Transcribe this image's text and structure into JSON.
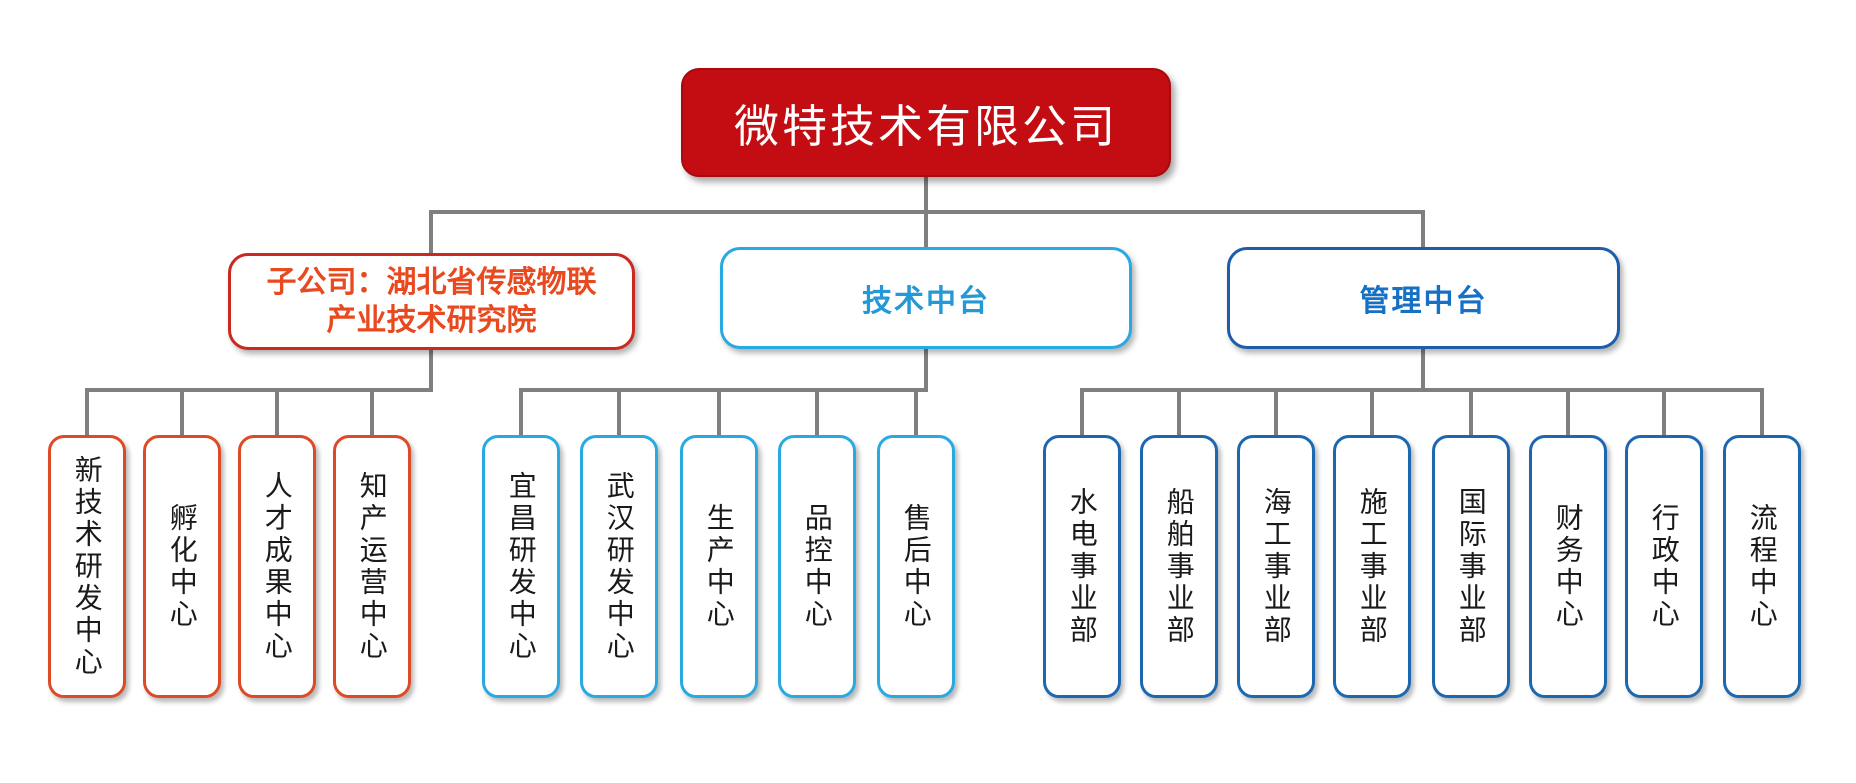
{
  "colors": {
    "root_fill": "#C30D12",
    "root_edge": "#A80B0E",
    "root_text": "#FFFFFF",
    "subsidiary_border": "#CB281F",
    "subsidiary_text": "#E8491F",
    "orange_leaf_border": "#DD4A26",
    "cyan_border": "#29A9E1",
    "tech_text": "#2499D6",
    "mgmt_border": "#1E5DA8",
    "mgmt_text": "#1670C4",
    "blue_leaf_border": "#1C68B0",
    "leaf_text": "#1A1A1A",
    "connector": "#7F7F7F"
  },
  "tree": {
    "root": {
      "label": "微特技术有限公司"
    },
    "branches": [
      {
        "label": "子公司：湖北省传感物联产业技术研究院",
        "label_line1": "子公司：湖北省传感物联",
        "label_line2": "产业技术研究院",
        "children": [
          "新技术研发中心",
          "孵化中心",
          "人才成果中心",
          "知产运营中心"
        ]
      },
      {
        "label": "技术中台",
        "children": [
          "宜昌研发中心",
          "武汉研发中心",
          "生产中心",
          "品控中心",
          "售后中心"
        ]
      },
      {
        "label": "管理中台",
        "children": [
          "水电事业部",
          "船舶事业部",
          "海工事业部",
          "施工事业部",
          "国际事业部",
          "财务中心",
          "行政中心",
          "流程中心"
        ]
      }
    ]
  }
}
